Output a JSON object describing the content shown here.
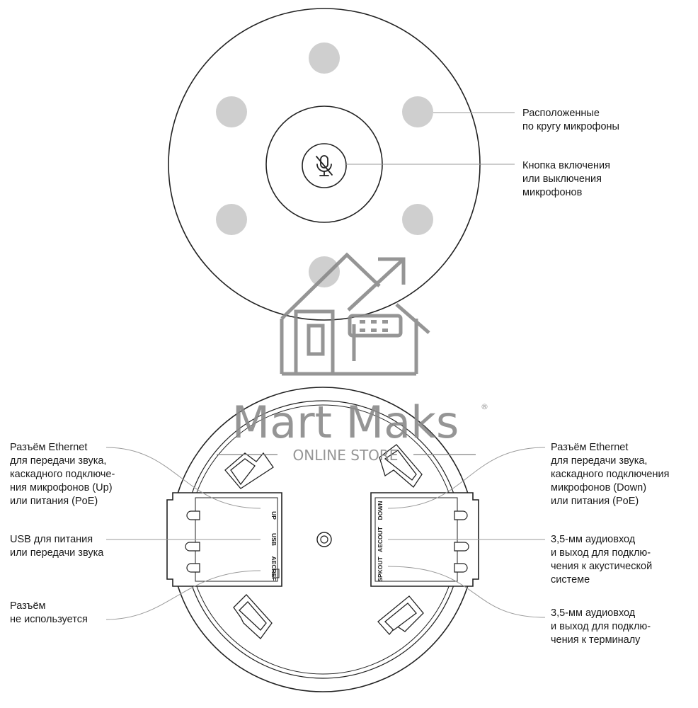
{
  "top_view": {
    "callouts": {
      "microphones": "Расположенные\nпо кругу микрофоны",
      "mute_button": "Кнопка включения\nили выключения\nмикрофонов"
    },
    "microphone_count": 6,
    "button_icon": "microphone-muted-icon"
  },
  "bottom_view": {
    "callouts": {
      "eth_up": "Разъём Ethernet\nдля передачи звука,\nкаскадного подключе-\nния микрофонов (Up)\nили питания (PoE)",
      "usb": "USB для питания\nили передачи звука",
      "unused": "Разъём\nне используется",
      "eth_down": "Разъём Ethernet\nдля передачи звука,\nкаскадного подключения\nмикрофонов (Down)\nили питания (PoE)",
      "aec_out": "3,5-мм аудиовход\nи выход для подклю-\nчения к акустической\nсистеме",
      "spk_out": "3,5-мм аудиовход\nи выход для подклю-\nчения к терминалу"
    },
    "port_labels": {
      "up": "UP",
      "usb": "USB",
      "aecref": "AECREF",
      "down": "DOWN",
      "aecout": "AECOUT",
      "spkout": "SPKOUT"
    }
  },
  "watermark": {
    "brand": "Mart Maks",
    "tagline": "ONLINE STORE",
    "registered_mark": "®"
  },
  "colors": {
    "outline": "#222222",
    "mic_dot": "#cfcfcf",
    "leader_line": "#9a9a9a",
    "watermark": "#8a8a8a"
  }
}
